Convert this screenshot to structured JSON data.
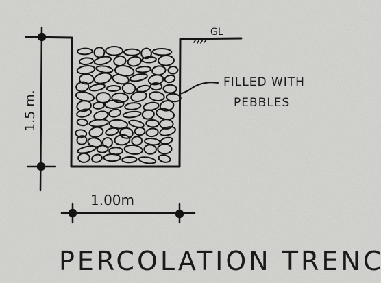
{
  "diagram": {
    "title": "PERCOLATION TRENCH",
    "depth_label": "1.5 m.",
    "width_label": "1.00m",
    "ground_level_label": "GL",
    "fill_note_line1": "FILLED WITH",
    "fill_note_line2": "PEBBLES"
  },
  "colors": {
    "paper": "#d8d8d6",
    "ink": "#141414"
  }
}
